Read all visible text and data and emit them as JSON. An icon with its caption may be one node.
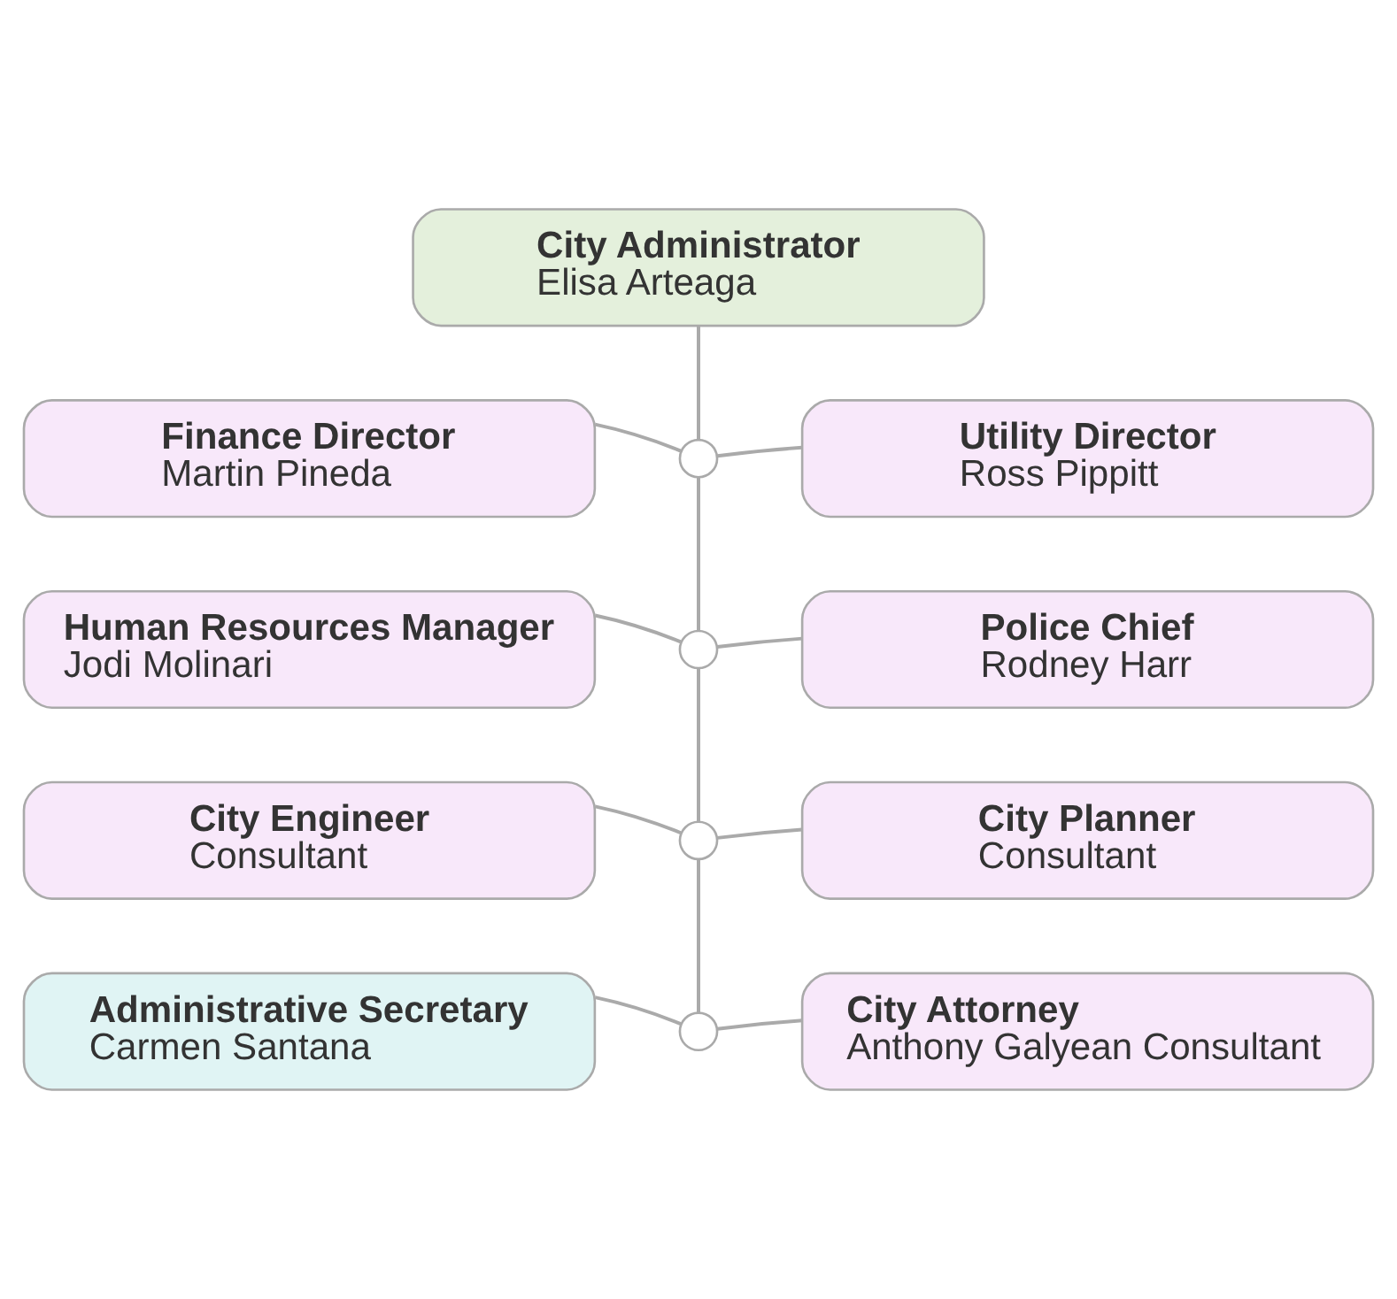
{
  "diagram": {
    "nodes": [
      {
        "text": [
          "City Administrator",
          "Elisa Arteaga"
        ]
      },
      {
        "text": [],
        "shape": "circle"
      },
      {
        "text": [
          "Finance Director",
          "Martin Pineda"
        ]
      },
      {
        "text": [
          "Utility Director",
          "Ross Pippitt"
        ]
      },
      {
        "text": [],
        "shape": "circle"
      },
      {
        "text": [
          "Human Resources Manager",
          "Jodi Molinari"
        ]
      },
      {
        "text": [
          "Police Chief",
          "Rodney Harr"
        ]
      },
      {
        "text": [],
        "shape": "circle"
      },
      {
        "text": [
          "City Engineer",
          "Consultant"
        ]
      },
      {
        "text": [
          "City Planner",
          "Consultant"
        ]
      },
      {
        "text": [],
        "shape": "circle"
      },
      {
        "text": [
          "Administrative Secretary",
          "Carmen Santana"
        ]
      },
      {
        "text": [
          "City Attorney",
          "Anthony Galyean Consultant"
        ]
      }
    ],
    "edges": [
      {
        "from": 0,
        "to": 1,
        "arrow": "none"
      },
      {
        "from": 1,
        "to": 2,
        "arrow": "none"
      },
      {
        "from": 1,
        "to": 3,
        "arrow": "none"
      },
      {
        "from": 1,
        "to": 4,
        "arrow": "none"
      },
      {
        "from": 4,
        "to": 5,
        "arrow": "none"
      },
      {
        "from": 4,
        "to": 6,
        "arrow": "none"
      },
      {
        "from": 4,
        "to": 7,
        "arrow": "none"
      },
      {
        "from": 7,
        "to": 8,
        "arrow": "none"
      },
      {
        "from": 7,
        "to": 9,
        "arrow": "none"
      },
      {
        "from": 7,
        "to": 10,
        "arrow": "none"
      },
      {
        "from": 10,
        "to": 11,
        "arrow": "none"
      },
      {
        "from": 10,
        "to": 12,
        "arrow": "none"
      }
    ]
  }
}
